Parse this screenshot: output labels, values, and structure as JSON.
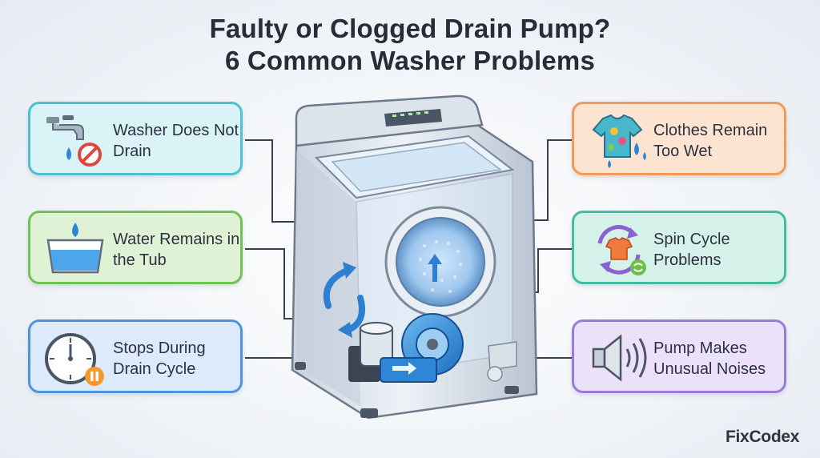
{
  "title": {
    "line1": "Faulty or Clogged Drain Pump?",
    "line2": "6 Common Washer Problems"
  },
  "problems": [
    {
      "label": "Washer Does Not Drain",
      "icon": "faucet-no-drain-icon",
      "color": "#4fc0d0",
      "fill": "#d9f3f7"
    },
    {
      "label": "Water Remains in the Tub",
      "icon": "water-tub-icon",
      "color": "#72c158",
      "fill": "#dff2d6"
    },
    {
      "label": "Stops During Drain Cycle",
      "icon": "stopwatch-pause-icon",
      "color": "#4f94dc",
      "fill": "#dceafb"
    },
    {
      "label": "Clothes Remain Too Wet",
      "icon": "wet-shirt-icon",
      "color": "#f19a5a",
      "fill": "#fde4d0"
    },
    {
      "label": "Spin Cycle Problems",
      "icon": "spin-cycle-icon",
      "color": "#44bca1",
      "fill": "#d5f2ea"
    },
    {
      "label": "Pump Makes Unusual Noises",
      "icon": "speaker-noise-icon",
      "color": "#9a7bdc",
      "fill": "#ebe2fa"
    }
  ],
  "center": {
    "illustration": "washing-machine-drain-pump"
  },
  "brand": {
    "text": "FixCodex"
  }
}
